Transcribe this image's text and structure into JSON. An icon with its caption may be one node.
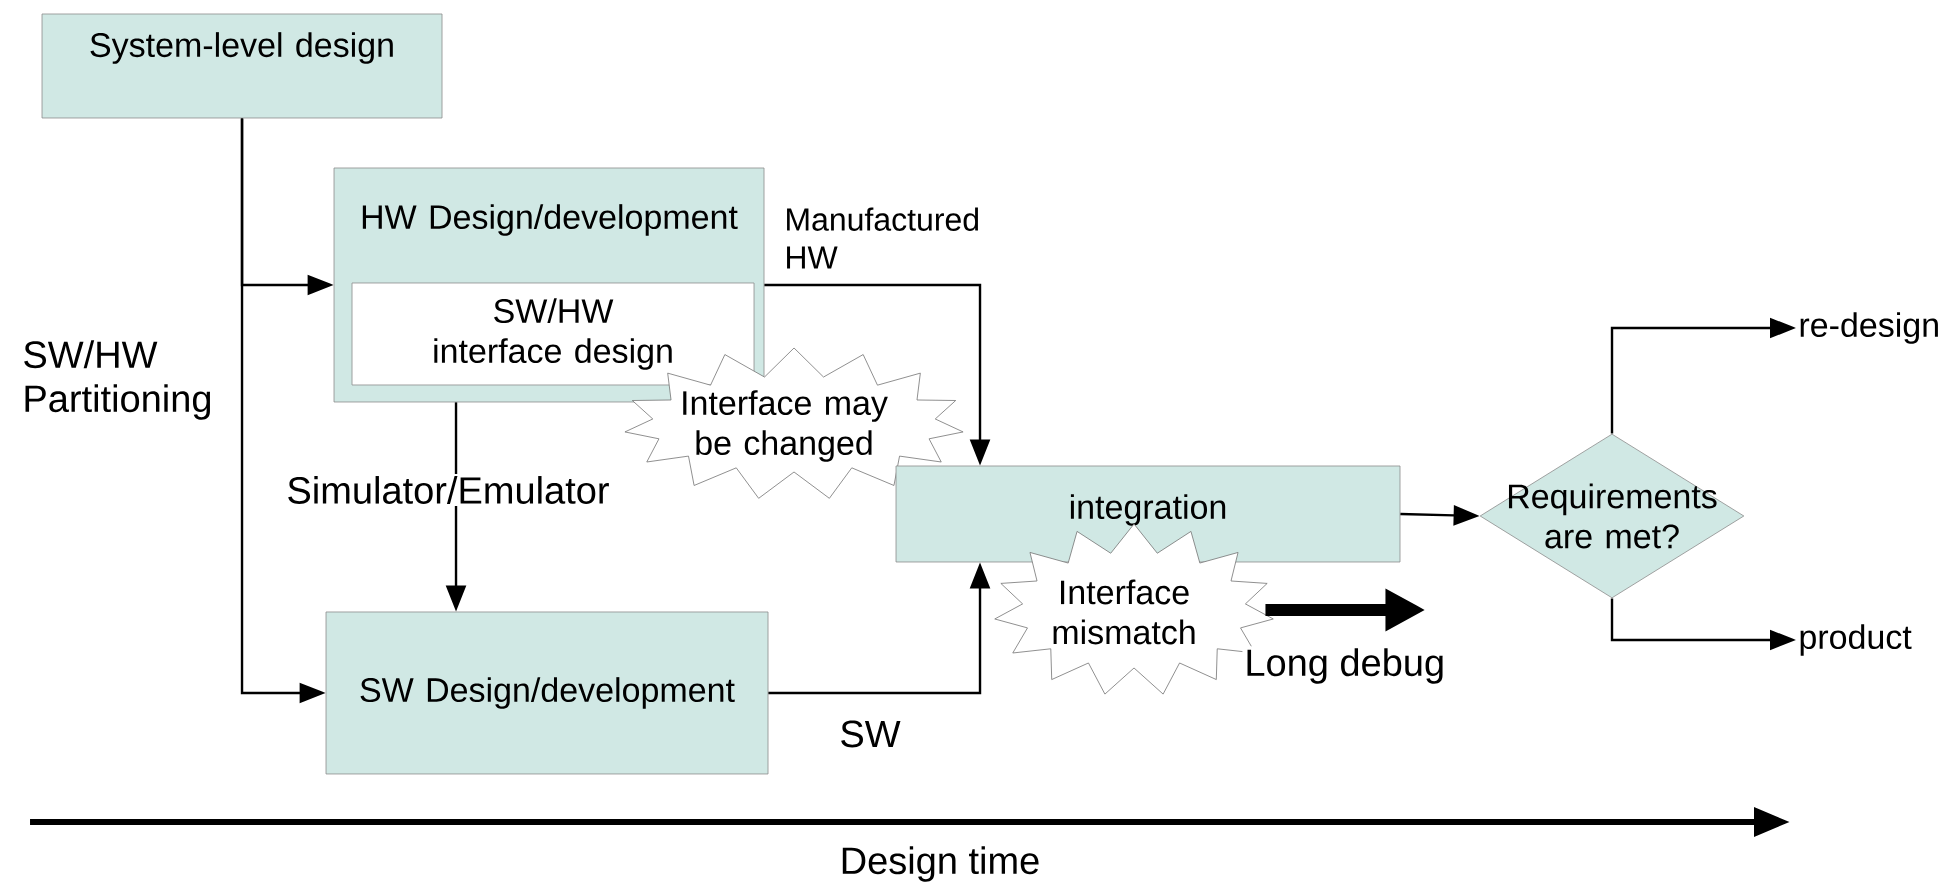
{
  "diagram": {
    "nodes": [
      {
        "text": [
          "System-level design"
        ]
      },
      {
        "text": [
          "HW Design/development"
        ]
      },
      {
        "text": [
          "SW/HW interface design"
        ],
        "in": 1
      },
      {
        "text": [
          "Interface may be changed"
        ]
      },
      {
        "text": [
          "integration"
        ]
      },
      {
        "text": [
          "SW Design/development"
        ]
      },
      {
        "text": [
          "Interface mismatch"
        ]
      },
      {
        "text": [
          "Requirements are met?"
        ]
      },
      {
        "text": [
          "re-design"
        ]
      },
      {
        "text": [
          "product"
        ]
      }
    ],
    "edges": [
      {
        "from": 0,
        "to": 1,
        "arrow": "to"
      },
      {
        "from": 0,
        "to": 5,
        "arrow": "to"
      },
      {
        "from": 1,
        "to": 5,
        "arrow": "to",
        "label": "Simulator/Emulator"
      },
      {
        "from": 1,
        "to": 4,
        "arrow": "to",
        "label": "Manufactured HW"
      },
      {
        "from": 5,
        "to": 4,
        "arrow": "to",
        "label": "SW"
      },
      {
        "from": 4,
        "to": 7,
        "arrow": "to"
      },
      {
        "from": 7,
        "to": 8,
        "arrow": "to"
      },
      {
        "from": 7,
        "to": 9,
        "arrow": "to"
      },
      {
        "from": 6,
        "to": null,
        "arrow": "to",
        "label": "Long debug",
        "style": "thick"
      }
    ],
    "labels": [
      "SW/HW Partitioning",
      "Design time"
    ]
  }
}
